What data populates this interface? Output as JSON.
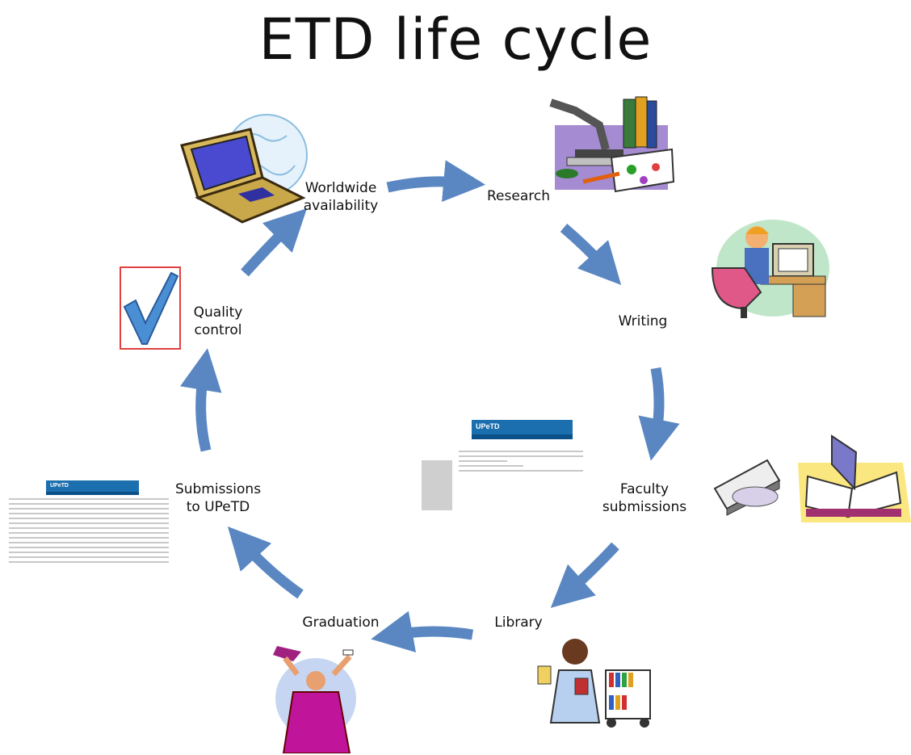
{
  "title": "ETD life cycle",
  "stages": [
    {
      "id": "research",
      "label": "Research"
    },
    {
      "id": "writing",
      "label": "Writing"
    },
    {
      "id": "faculty",
      "label": "Faculty\nsubmissions"
    },
    {
      "id": "library",
      "label": "Library"
    },
    {
      "id": "graduation",
      "label": "Graduation"
    },
    {
      "id": "submissions",
      "label": "Submissions\nto UPeTD"
    },
    {
      "id": "quality",
      "label": "Quality\ncontrol"
    },
    {
      "id": "worldwide",
      "label": "Worldwide\navailability"
    }
  ],
  "screenshots": {
    "login_brand": "UPeTD",
    "list_brand": "UPeTD"
  },
  "colors": {
    "arrow": "#5a87c2",
    "check": "#4a8fd4",
    "check_border": "#e04040"
  }
}
